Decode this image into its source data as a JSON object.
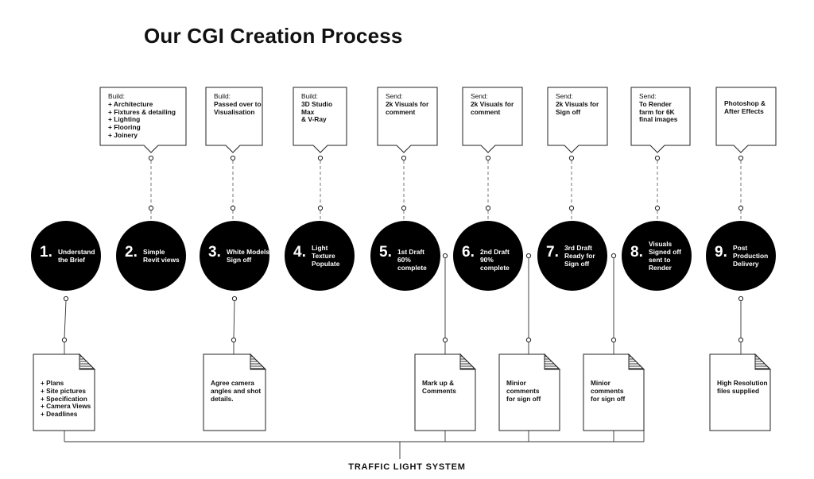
{
  "title": "Our CGI Creation Process",
  "callouts": [
    {
      "header": "Build:",
      "body": "+ Architecture\n+ Fixtures & detailing\n+ Lighting\n+ Flooring\n+ Joinery"
    },
    {
      "header": "Build:",
      "body": "Passed over to\nVisualisation"
    },
    {
      "header": "Build:",
      "body": "3D Studio Max\n& V-Ray"
    },
    {
      "header": "Send:",
      "body": "2k Visuals for\ncomment"
    },
    {
      "header": "Send:",
      "body": "2k Visuals for\ncomment"
    },
    {
      "header": "Send:",
      "body": "2k Visuals for\nSign off"
    },
    {
      "header": "Send:",
      "body": "To Render\nfarm for 6K\nfinal images"
    },
    {
      "header": "",
      "body": "Photoshop &\nAfter Effects"
    }
  ],
  "steps": [
    {
      "num": "1.",
      "label": "Understand\nthe Brief"
    },
    {
      "num": "2.",
      "label": "Simple\nRevit views"
    },
    {
      "num": "3.",
      "label": "White Models\nSign off"
    },
    {
      "num": "4.",
      "label": "Light\nTexture\nPopulate"
    },
    {
      "num": "5.",
      "label": "1st Draft\n60% complete"
    },
    {
      "num": "6.",
      "label": "2nd Draft\n90% complete"
    },
    {
      "num": "7.",
      "label": "3rd Draft\nReady for\nSign off"
    },
    {
      "num": "8.",
      "label": "Visuals\nSigned off\nsent to\nRender"
    },
    {
      "num": "9.",
      "label": "Post\nProduction\nDelivery"
    }
  ],
  "documents": [
    {
      "text": "+ Plans\n+ Site pictures\n+ Specification\n+ Camera Views\n+ Deadlines"
    },
    {
      "text": "Agree camera\nangles and shot\ndetails."
    },
    {
      "text": "Mark up &\nComments"
    },
    {
      "text": "Minior\ncomments\nfor sign off"
    },
    {
      "text": "Minior\ncomments\nfor sign off"
    },
    {
      "text": "High Resolution\nfiles supplied"
    }
  ],
  "footer": "TRAFFIC LIGHT SYSTEM"
}
